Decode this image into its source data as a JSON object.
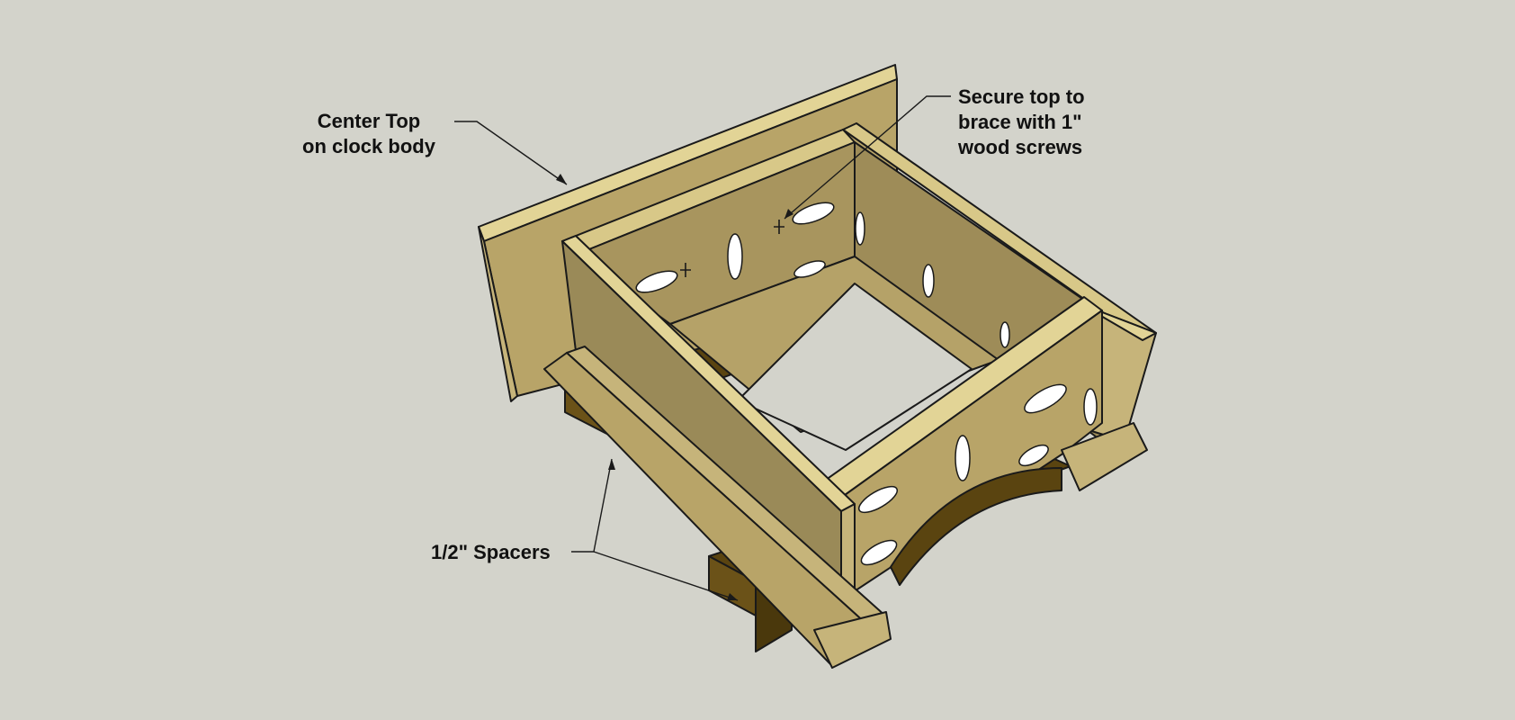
{
  "callouts": {
    "center_top": {
      "lines": [
        "Center Top",
        "on clock body"
      ]
    },
    "secure_top": {
      "lines": [
        "Secure top to",
        "brace with 1\"",
        "wood screws"
      ]
    },
    "spacers": {
      "text": "1/2\" Spacers"
    }
  },
  "colors": {
    "background": "#d3d3cb",
    "wood_light": "#c6b47a",
    "wood_face": "#b8a468",
    "wood_shadow": "#9a8a58",
    "wood_edge": "#e2d496",
    "spacer_dark": "#5a4410",
    "outline": "#1a1a1a",
    "hole": "#ffffff"
  }
}
